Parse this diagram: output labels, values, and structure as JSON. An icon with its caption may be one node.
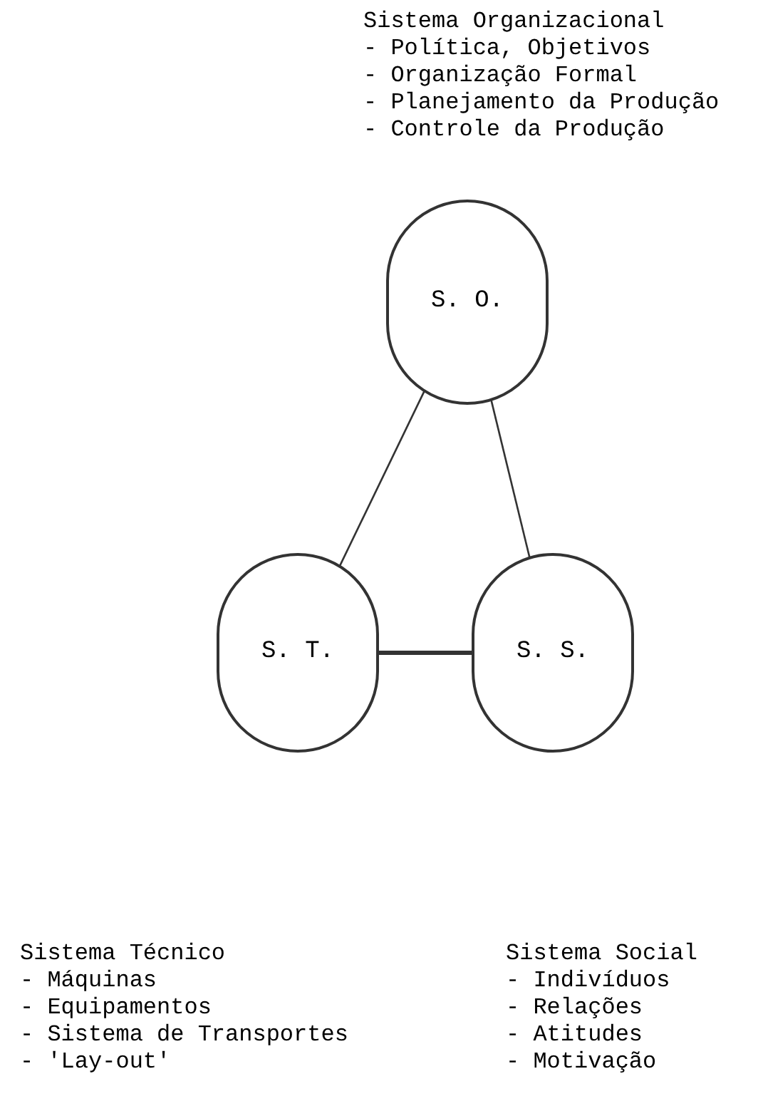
{
  "diagram": {
    "nodes": [
      {
        "text": [
          "S. O."
        ],
        "beside": [
          "Sistema Organizacional",
          "- Política, Objetivos",
          "- Organização Formal",
          "- Planejamento da Produção",
          "- Controle da Produção"
        ]
      },
      {
        "text": [
          "S. T."
        ],
        "beside": [
          "Sistema Técnico",
          "- Máquinas",
          "- Equipamentos",
          "- Sistema de Transportes",
          "- 'Lay-out'"
        ]
      },
      {
        "text": [
          "S. S."
        ],
        "beside": [
          "Sistema Social",
          "- Indivíduos",
          "- Relações",
          "- Atitudes",
          "- Motivação"
        ]
      }
    ],
    "edges": [
      {
        "from": 0,
        "to": 1,
        "arrow": "none"
      },
      {
        "from": 0,
        "to": 2,
        "arrow": "none"
      },
      {
        "from": 1,
        "to": 2,
        "arrow": "none",
        "style": "thick"
      }
    ]
  }
}
